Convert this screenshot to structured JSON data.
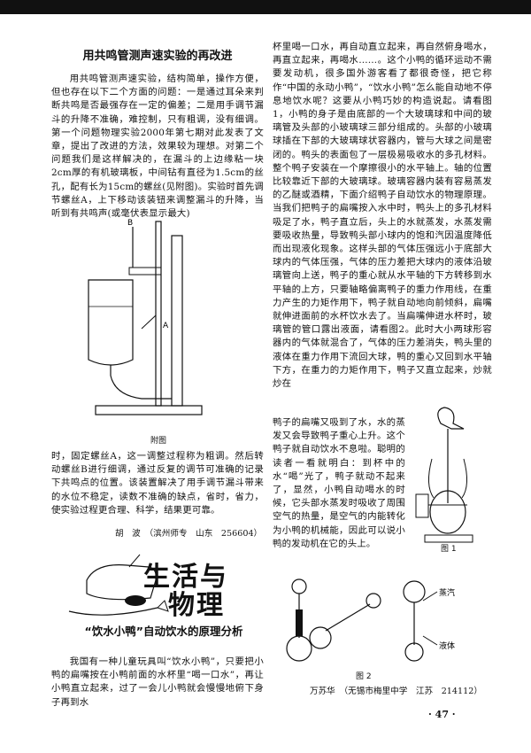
{
  "page_number": "· 47 ·",
  "article1": {
    "title": "用共鸣管测声速实验的再改进",
    "paragraph1": "用共鸣管测声速实验，结构简单，操作方便，但也存在以下二个方面的问题：一是通过耳朵来判断共鸣是否最强存在一定的偏差；二是用手调节漏斗的升降不准确，难控制，只有粗调，没有细调。第一个问题物理实验2000年第七期对此发表了文章，提出了改进的方法，效果较为理想。对第二个问题我们是这样解决的，在漏斗的上边缘粘一块2cm厚的有机玻璃板，中间钻有直径为1.5cm的丝孔，配有长为15cm的螺丝(见附图)。实验时首先调节螺丝A，上下移动该装钮来调整漏斗的升降，当听到有共鸣声(或毫伏表显示最大)",
    "figure_caption": "附图",
    "paragraph2": "时，固定螺丝A，这一调整过程称为粗调。然后转动螺丝B进行细调，通过反复的调节可准确的记录下共鸣点的位置。该装置解决了用手调节漏斗带来的水位不稳定，读数不准确的缺点，省时，省力，使实验过程更合理、科学，结果更可靠。",
    "author": "胡　波　（滨州师专　山东　256604）",
    "figure_labels": {
      "B": "B",
      "A": "A"
    }
  },
  "section_banner": {
    "line1": "生活与",
    "line2": "物理"
  },
  "article2": {
    "title": "“饮水小鸭”自动饮水的原理分析",
    "paragraph1": "我国有一种儿童玩具叫“饮水小鸭”，只要把小鸭的扁嘴按在小鸭前面的水杯里“喝一口水”，再让小鸭直立起来，过了一会儿小鸭就会慢慢地俯下身子再到水",
    "paragraph_right1": "杯里喝一口水，再自动直立起来，再自然俯身喝水，再直立起来，再喝水……。这个小鸭的循环运动不需要发动机，很多国外游客看了都很奇怪，把它称作“中国的永动小鸭”，“饮水小鸭”怎么能自动地不停息地饮水呢？这要从小鸭巧妙的构造说起。请看图1，小鸭的身子是由底部的一个大玻璃球和中间的玻璃管及头部的小玻璃球三部分组成的。头部的小玻璃球插在下部的大玻璃球状容器内，管与大球之间是密闭的。鸭头的表面包了一层极易吸收水的多孔材料。整个鸭子安装在一个摩擦很小的水平轴上。轴的位置比较靠近下部的大玻璃球。玻璃容器内装有容易蒸发的乙醚或酒精，下面介绍鸭子自动饮水的物理原理。当我们把鸭子的扁嘴按入水中时，鸭头上的多孔材料吸足了水，鸭子直立后，头上的水就蒸发，水蒸发需要吸收热量，导致鸭头部小球内的饱和汽因温度降低而出现液化现象。这样头部的气体压强远小于底部大球内的气体压强，气体的压力差把大球内的液体沿玻璃管向上送，鸭子的重心就从水平轴的下方转移到水平轴的上方，只要轴略偏离鸭子的重力作用线，在重力产生的力矩作用下，鸭子就自动地向前倾斜，扁嘴就伸进面前的水杯饮水去了。当扁嘴伸进水杯时，玻璃管的管口露出液面，请看图2。此时大小两球形容器内的气体就混合了，气体的压力差消失，鸭头里的液体在重力作用下流回大球，鸭的重心又回到水平轴下方，在重力的力矩作用下，鸭子又直立起来，炒就炒在",
    "paragraph_right2": "鸭子的扁嘴又吸到了水，水的蒸发又会导致鸭子重心上升。这个鸭子就自动饮水不息啦。聪明的读者一看就明白：到杯中的水“喝”光了，鸭子就动不起来了，显然，小鸭自动喝水的时候，它头部水蒸发时吸收了周围空气的热量，是空气的内能转化为小鸭的机械能，因此可以说小鸭的发动机在它的头上。",
    "figure1_caption": "图 1",
    "figure2_caption": "图 2",
    "figure2_labels": {
      "vapor": "蒸汽",
      "liquid": "液体"
    },
    "author": "万苏华　（无锡市梅里中学　江苏　214112）"
  }
}
